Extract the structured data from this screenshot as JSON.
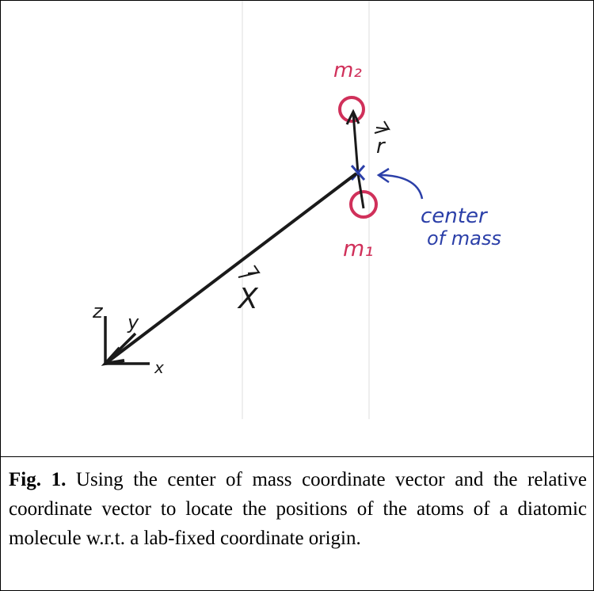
{
  "figure": {
    "labels": {
      "m2": "m₂",
      "m1": "m₁",
      "r_vec": "r",
      "x_vec": "X",
      "center_of_mass_line1": "center",
      "center_of_mass_line2": "of mass",
      "axis_z": "z",
      "axis_y": "y",
      "axis_x": "x"
    },
    "colors": {
      "ink": "#1a1a1a",
      "atom": "#d0305a",
      "annotation": "#2b3fa8",
      "guide": "#dcdcdc"
    }
  },
  "caption": {
    "label": "Fig. 1.",
    "text": " Using the center of mass coordinate vector and the relative coordinate vector to locate the positions of the atoms of a diatomic molecule w.r.t. a lab-fixed coordinate origin."
  }
}
